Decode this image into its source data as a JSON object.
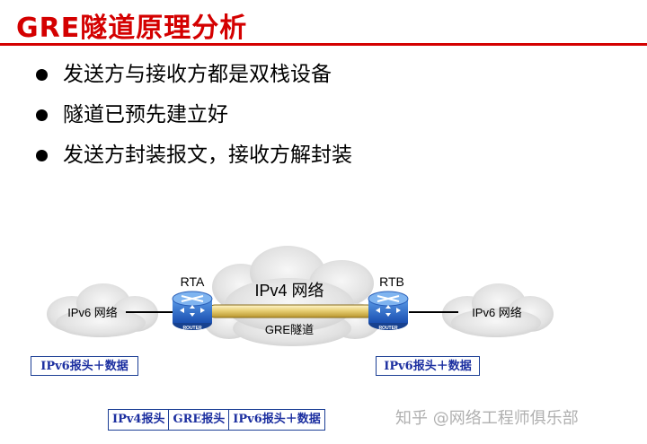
{
  "title": "GRE隧道原理分析",
  "bullets": [
    "发送方与接收方都是双栈设备",
    "隧道已预先建立好",
    "发送方封装报文，接收方解封装"
  ],
  "diagram": {
    "left_cloud_label": "IPv6 网络",
    "right_cloud_label": "IPv6 网络",
    "center_cloud_label": "IPv4 网络",
    "tunnel_label": "GRE隧道",
    "router_a_name": "RTA",
    "router_b_name": "RTB",
    "router_badge": "ROUTER",
    "left_header": "IPv6报头＋数据",
    "right_header": "IPv6报头＋数据",
    "packet_fields": [
      "IPv4报头",
      "GRE报头",
      "IPv6报头＋数据"
    ]
  },
  "watermark": "知乎 @网络工程师俱乐部",
  "colors": {
    "title_red": "#d40000",
    "header_blue": "#1c2fa0",
    "router_blue": "#1e63c8",
    "tunnel_gold": "#d9b84a"
  }
}
